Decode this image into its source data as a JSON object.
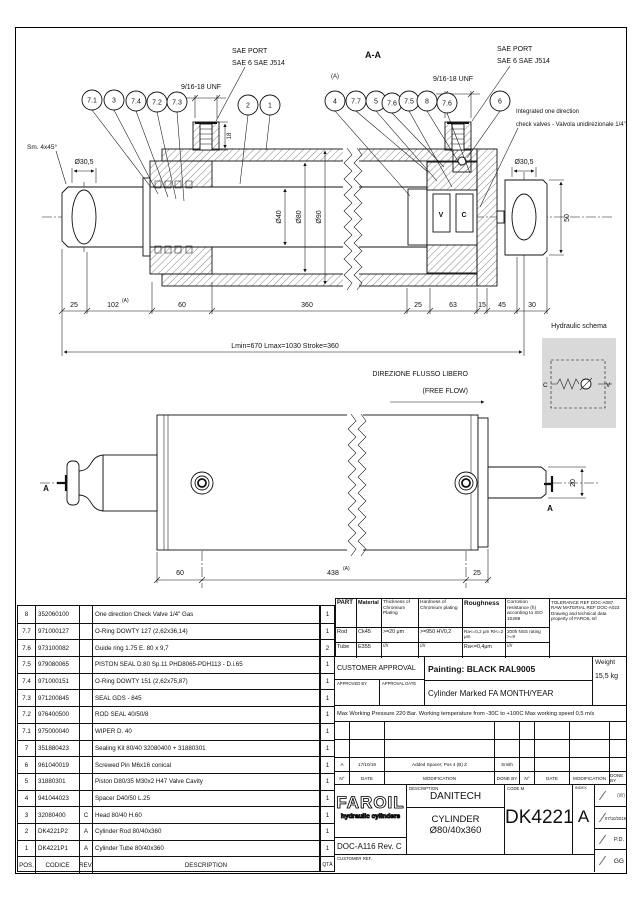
{
  "drawing": {
    "section_label": "A-A",
    "ref_a": "(A)",
    "chamfer_note": "Sm. 4x45°",
    "sae_port_note_line1": "SAE PORT",
    "sae_port_note_line2": "SAE 6 SAE J514",
    "thread_left": "9/16-18 UNF",
    "thread_right": "9/16-18 UNF",
    "port_depth": "18",
    "balloons_left": [
      "7.1",
      "3",
      "7.4",
      "7.2",
      "7.3"
    ],
    "balloons_mid": [
      "2",
      "1"
    ],
    "balloons_right": [
      "4",
      "7.7",
      "5",
      "7.6",
      "7.5",
      "8",
      "7.6"
    ],
    "balloon_valve": "6",
    "check_valve_note_line1": "Integrated one direction",
    "check_valve_note_line2": "check valves - Valvola unidirezionale 1/4\"",
    "rod_eye_dia": "Ø30,5",
    "clevis_hole_dia": "Ø30,5",
    "dia_rod": "Ø40",
    "dia_bore": "Ø80",
    "dia_tube": "Ø90",
    "clevis_width": "50",
    "port_v": "V",
    "port_c": "C",
    "dims_main": [
      "25",
      "102",
      "60",
      "360",
      "25",
      "63",
      "15",
      "45",
      "30"
    ],
    "length_note": "Lmin=670  Lmax=1030  Stroke=360",
    "free_flow_line1": "DIREZIONE FLUSSO LIBERO",
    "free_flow_line2": "(FREE FLOW)",
    "hydraulic_schema_label": "Hydraulic schema",
    "schema_c": "C",
    "schema_v": "V",
    "dim_60": "60",
    "dim_438": "438",
    "dim_25": "25",
    "dim_20": "20",
    "section_arrow": "A"
  },
  "parts_list": {
    "headers": {
      "pos": "POS.",
      "code": "CODICE",
      "rev": "REV.",
      "desc": "DESCRIPTION",
      "qty": "QTÀ"
    },
    "rows": [
      {
        "pos": "8",
        "code": "352060100",
        "rev": "",
        "desc": "One direction Check Valve 1/4\" Gas",
        "qty": "1"
      },
      {
        "pos": "7.7",
        "code": "971000127",
        "rev": "",
        "desc": "O-Ring DOWTY 127  (2,62x36,14)",
        "qty": "1"
      },
      {
        "pos": "7.6",
        "code": "973100082",
        "rev": "",
        "desc": "Guide ring  1.75 E. 80 x 9,7",
        "qty": "2"
      },
      {
        "pos": "7.5",
        "code": "979080065",
        "rev": "",
        "desc": "PISTON SEAL D.80 Sp.11 PHD8065-PDH113 - D.i.65",
        "qty": "1"
      },
      {
        "pos": "7.4",
        "code": "971000151",
        "rev": "",
        "desc": "O-Ring DOWTY 151  (2,62x75,87)",
        "qty": "1"
      },
      {
        "pos": "7.3",
        "code": "971200845",
        "rev": "",
        "desc": "SEAL GDS - 845",
        "qty": "1"
      },
      {
        "pos": "7.2",
        "code": "976400500",
        "rev": "",
        "desc": "ROD SEAL 40/50/8",
        "qty": "1"
      },
      {
        "pos": "7.1",
        "code": "975000040",
        "rev": "",
        "desc": "WIPER D. 40",
        "qty": "1"
      },
      {
        "pos": "7",
        "code": "351880423",
        "rev": "",
        "desc": "Sealing Kit 80/40 32080400 + 31880301",
        "qty": "1"
      },
      {
        "pos": "6",
        "code": "961040019",
        "rev": "",
        "desc": "Screwed Pin M6x16 conical",
        "qty": "1"
      },
      {
        "pos": "5",
        "code": "31880301",
        "rev": "",
        "desc": "Piston D80/35 M30x2 H47 Valve Cavity",
        "qty": "1"
      },
      {
        "pos": "4",
        "code": "941044023",
        "rev": "",
        "desc": "Spacer D40/50 L.25",
        "qty": "1"
      },
      {
        "pos": "3",
        "code": "32080400",
        "rev": "C",
        "desc": "Head 80/40 H.60",
        "qty": "1"
      },
      {
        "pos": "2",
        "code": "DK4221P2",
        "rev": "A",
        "desc": "Cylinder Rod 80/40x360",
        "qty": "1"
      },
      {
        "pos": "1",
        "code": "DK4221P1",
        "rev": "A",
        "desc": "Cylinder Tube 80/40x360",
        "qty": "1"
      }
    ]
  },
  "spec_table": {
    "headers": {
      "part": "PART",
      "material": "Material",
      "thickness": "Thickness of Chromium Plating",
      "hardness": "Hardness of Chromium plating",
      "roughness": "Roughness",
      "corrosion": "Corrosion resistance (h) according to ISO 10289"
    },
    "rod": {
      "part": "Rod",
      "material": "Ck45",
      "thickness": ">=20 μm",
      "hardness": ">=950 HV0,2",
      "roughness": "Ra<=0,2 μm Rt<=2 μm",
      "corrosion": "200h NSS rating >=9"
    },
    "tube": {
      "part": "Tube",
      "material": "E355",
      "thickness": "////",
      "hardness": "////",
      "roughness": "Ra<=0,4μm",
      "corrosion": "////"
    },
    "notes_line1": "TOLERANCE REF DOC-A087",
    "notes_line2": "RAW MATERIAL REF DOC-A023",
    "notes_line3": "Drawing and technical data",
    "notes_line4": "property of FAROIL srl"
  },
  "approval": {
    "customer_approval": "CUSTOMER APPROVAL",
    "approved_by": "APPROVED BY",
    "approval_date": "APPROVAL DATE",
    "painting": "Painting: BLACK RAL9005",
    "marking": "Cylinder Marked  FA MONTH/YEAR",
    "weight_label": "Weight",
    "weight_value": "15,5 kg"
  },
  "conditions": "Max Working Pressure 220 Bar. Working temperature from -30C to +100C  Max working speed 0,5 m/s",
  "revision": {
    "headers": {
      "n": "N°",
      "date": "DATE",
      "modification": "MODIFICATION",
      "done_by": "DONE BY"
    },
    "row": {
      "n": "A",
      "date": "17/10/19",
      "modification": "Added Spacer; Pos 4 (B) Z",
      "done_by": "Smith"
    }
  },
  "title_block": {
    "logo": "FAROIL",
    "logo_sub": "hydraulic cylinders",
    "doc_ref": "DOC-A116 Rev. C",
    "customer_ref_label": "CUSTOMER REF.",
    "description_label": "DESCRIPTION",
    "description_line1": "DANITECH",
    "description_line2": "CYLINDER Ø80/40x360",
    "code_label": "CODE M",
    "code_value": "DK4221",
    "index_label": "INDEX",
    "index_value": "A",
    "sign_rows": [
      {
        "value": "(W)"
      },
      {
        "value": "07/10/2019"
      },
      {
        "value": "P.D."
      },
      {
        "value": "GG"
      }
    ]
  }
}
